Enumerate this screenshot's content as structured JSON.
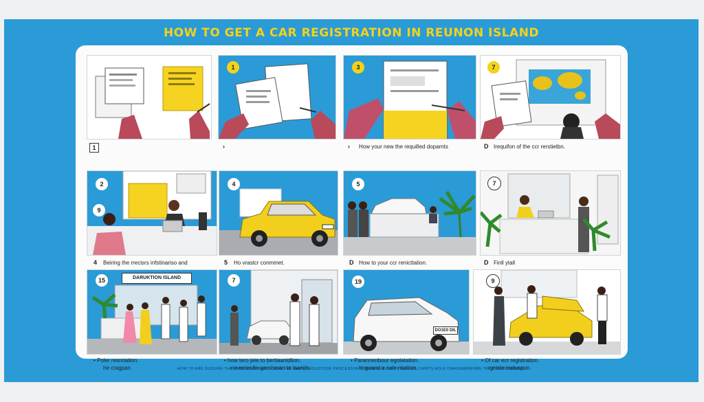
{
  "title": "HOW TO GET A CAR REGISTRATION IN REUNON ISLAND",
  "panels": [
    {
      "id": "p1",
      "badge": ""
    },
    {
      "id": "p2",
      "badge": "1"
    },
    {
      "id": "p3",
      "badge": "3"
    },
    {
      "id": "p4",
      "badge": "7"
    },
    {
      "id": "p5",
      "badge": "2",
      "badge2": "9"
    },
    {
      "id": "p6",
      "badge": "4"
    },
    {
      "id": "p7",
      "badge": "5"
    },
    {
      "id": "p8",
      "badge": "7"
    },
    {
      "id": "p9",
      "badge": "15",
      "sign": "DARUKTION ISLAND"
    },
    {
      "id": "p10",
      "badge": "7"
    },
    {
      "id": "p11",
      "badge": "19",
      "plate": "DO1E0 DIL"
    },
    {
      "id": "p12",
      "badge": "9"
    }
  ],
  "captions_row1": [
    {
      "num": "1",
      "text": ""
    },
    {
      "num": "›",
      "text": ""
    },
    {
      "num": "›",
      "text": "How your new the requilled doparnts"
    },
    {
      "num": "D",
      "text": "Irequifon of the ccr rerstietbn."
    }
  ],
  "captions_row2": [
    {
      "num": "4",
      "text": "Beiring the rrecisrs infstinariso and"
    },
    {
      "num": "5",
      "text": "Ho vrastcr conmmet."
    },
    {
      "num": "D",
      "text": "How to your ccr renicttation."
    },
    {
      "num": "D",
      "text": "Finll ytall"
    }
  ],
  "captions_row3": [
    {
      "line1": "Poler resnriation.",
      "line2": "he cragpan."
    },
    {
      "line1": "how tero jeie to bertiaanidlion.",
      "line2": "no recerdie-gersberan te laarids."
    },
    {
      "line1": "Parannenbour egolatation.",
      "line2": "Imguand a cale réatiion."
    },
    {
      "line1": "Of car ecr registration.",
      "line2": "rgnisle meluspon."
    }
  ],
  "footer": "HOW TO ARE DUSSING THE PROCEDET OHNO UNRE THE GARD TROUSTDOE PROCESSORGUARSEBUY ITH LNTERS OF CHINTS HOLE CRAGSMERENBE TRY PROGSSSORED.",
  "colors": {
    "poster_blue": "#2a9bd6",
    "title_yellow": "#f4d21b",
    "car_yellow": "#f2cf1d"
  }
}
